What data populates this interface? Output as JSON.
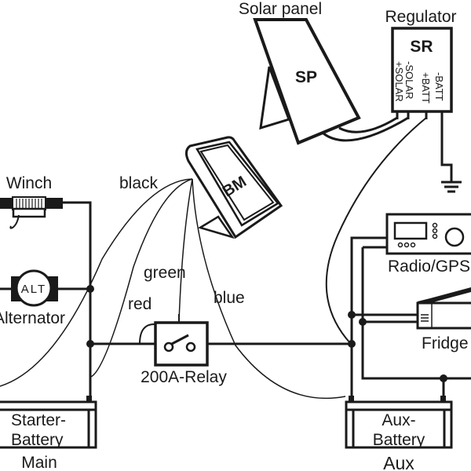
{
  "labels": {
    "solar_panel": "Solar panel",
    "solar_panel_code": "SP",
    "regulator": "Regulator",
    "regulator_code": "SR",
    "reg_terminals": [
      "+SOLAR",
      "-SOLAR",
      "+BATT",
      "-BATT"
    ],
    "battery_monitor_code": "BM",
    "winch": "Winch",
    "alternator": "Alternator",
    "alternator_code": "ALT",
    "relay": "200A-Relay",
    "radio": "Radio/GPS",
    "fridge": "Fridge",
    "starter_battery_line1": "Starter-",
    "starter_battery_line2": "Battery",
    "main": "Main",
    "aux_battery_line1": "Aux-",
    "aux_battery_line2": "Battery",
    "aux": "Aux"
  },
  "wires": {
    "black": "black",
    "red": "red",
    "green": "green",
    "blue": "blue"
  }
}
